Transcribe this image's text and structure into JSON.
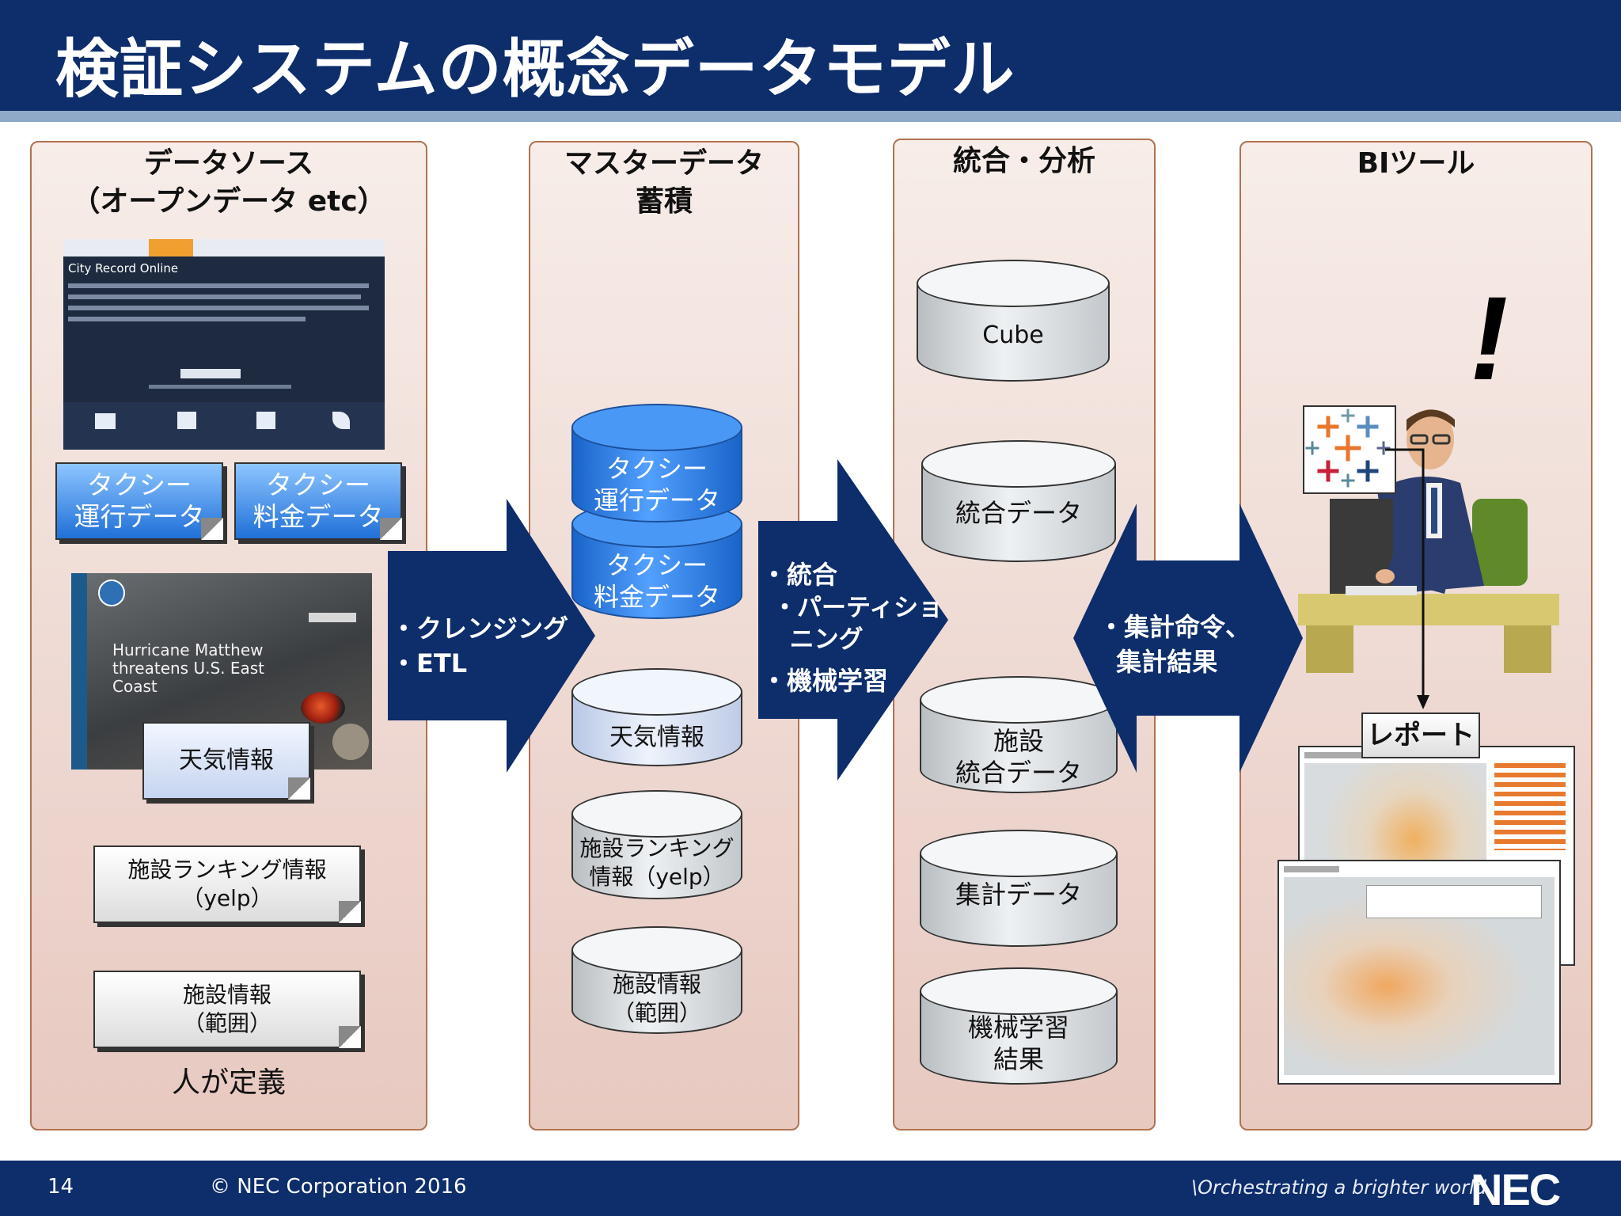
{
  "header": {
    "title": "検証システムの概念データモデル"
  },
  "footer": {
    "page_number": "14",
    "copyright": "© NEC Corporation 2016",
    "tagline": "\\Orchestrating a brighter world",
    "logo": "NEC"
  },
  "columns": {
    "source": {
      "title": "データソース\n（オープンデータ etc）",
      "taxi_ops": "タクシー\n運行データ",
      "taxi_fare": "タクシー\n料金データ",
      "weather": "天気情報",
      "ranking": "施設ランキング情報\n（yelp）",
      "facility": "施設情報\n（範囲）",
      "human_defined": "人が定義",
      "screenshot1": {
        "title": "City Record Online"
      },
      "screenshot2": {
        "headline": "Hurricane Matthew\nthreatens U.S. East\nCoast"
      }
    },
    "master": {
      "title": "マスターデータ\n蓄積",
      "taxi_ops": "タクシー\n運行データ",
      "taxi_fare": "タクシー\n料金データ",
      "weather": "天気情報",
      "ranking": "施設ランキング\n情報（yelp）",
      "facility": "施設情報\n（範囲）"
    },
    "analysis": {
      "title": "統合・分析",
      "cube": "Cube",
      "integrated": "統合データ",
      "facility_integrated": "施設\n統合データ",
      "aggregate": "集計データ",
      "ml_result": "機械学習\n結果"
    },
    "bi": {
      "title": "BIツール",
      "exclamation": "!",
      "report_label": "レポート"
    }
  },
  "arrows": {
    "a1": "・クレンジング\n・ETL",
    "a2_1": "・統合",
    "a2_2": "・パーティショ\n  ニング",
    "a2_3": "・機械学習",
    "a3": "・集計命令、\n  集計結果"
  },
  "colors": {
    "navy": "#0d2d6b",
    "panel_border": "#b07250",
    "blue_doc": "#1f70d8"
  }
}
